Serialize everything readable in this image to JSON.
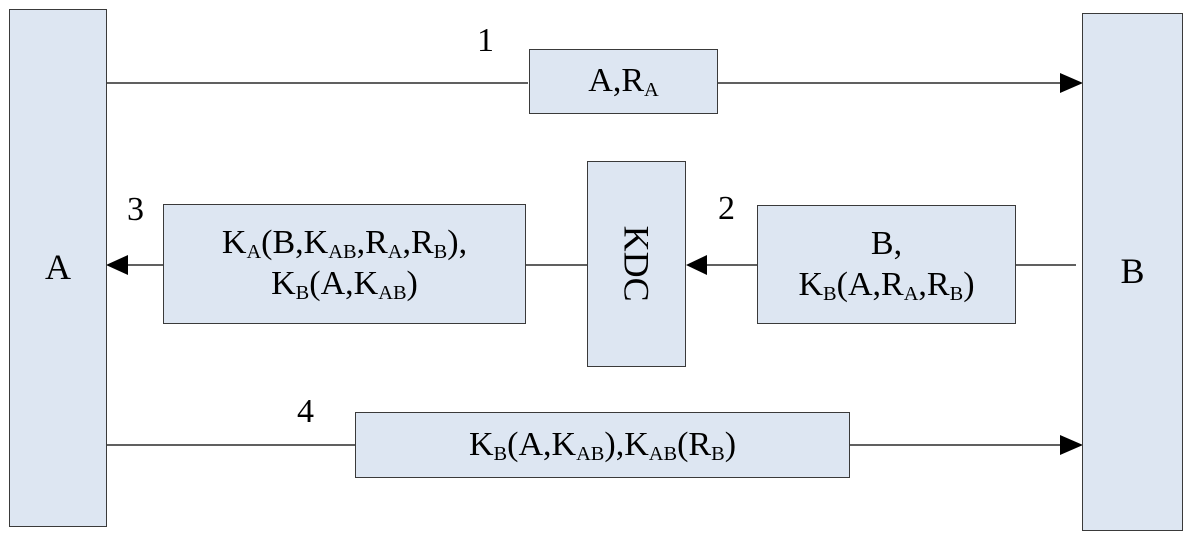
{
  "colors": {
    "box_fill": "#dde6f2",
    "line": "#000000",
    "border": "#3a3a3a"
  },
  "nodes": {
    "a": {
      "label": "A"
    },
    "b": {
      "label": "B"
    },
    "kdc": {
      "label": "KDC"
    }
  },
  "steps": [
    {
      "number": "1"
    },
    {
      "number": "2"
    },
    {
      "number": "3"
    },
    {
      "number": "4"
    }
  ],
  "messages": {
    "msg1": {
      "p1": "A,R",
      "s1": "A"
    },
    "msg2": {
      "line1": "B,",
      "p1": "K",
      "s1": "B",
      "p2": "(A,R",
      "s2": "A",
      "p3": ",R",
      "s3": "B",
      "p4": ")"
    },
    "msg3": {
      "p1": "K",
      "s1": "A",
      "p2": "(B,K",
      "s2": "AB",
      "p3": ",R",
      "s3": "A",
      "p4": ",R",
      "s4": "B",
      "p5": "),",
      "p6": "K",
      "s6": "B",
      "p7": "(A,K",
      "s7": "AB",
      "p8": ")"
    },
    "msg4": {
      "p1": "K",
      "s1": "B",
      "p2": "(A,K",
      "s2": "AB",
      "p3": "),K",
      "s3": "AB",
      "p4": "(R",
      "s4": "B",
      "p5": ")"
    }
  }
}
